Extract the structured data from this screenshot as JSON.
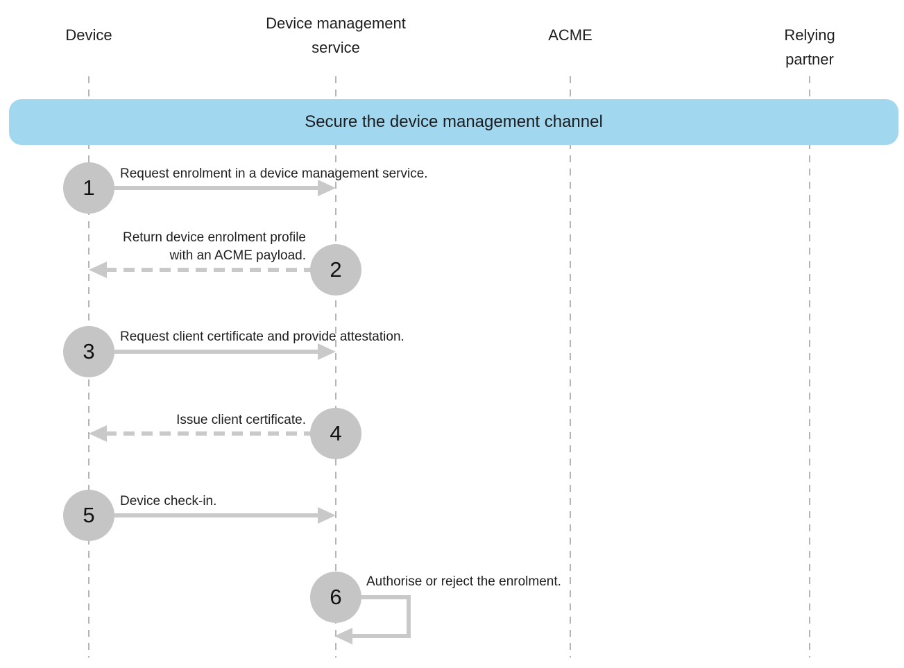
{
  "diagram": {
    "banner": "Secure the device management channel",
    "actors": [
      {
        "name": "Device"
      },
      {
        "name": "Device management\nservice"
      },
      {
        "name": "ACME"
      },
      {
        "name": "Relying partner"
      }
    ],
    "steps": [
      {
        "num": "1",
        "label": "Request enrolment in a device management service.",
        "from": "Device",
        "to": "Device management service",
        "arrow": "solid-right"
      },
      {
        "num": "2",
        "label": "Return device enrolment profile\nwith an ACME payload.",
        "from": "Device management service",
        "to": "Device",
        "arrow": "dashed-left"
      },
      {
        "num": "3",
        "label": "Request client certificate and provide attestation.",
        "from": "Device",
        "to": "Device management service",
        "arrow": "solid-right"
      },
      {
        "num": "4",
        "label": "Issue client certificate.",
        "from": "Device management service",
        "to": "Device",
        "arrow": "dashed-left"
      },
      {
        "num": "5",
        "label": "Device check-in.",
        "from": "Device",
        "to": "Device management service",
        "arrow": "solid-right"
      },
      {
        "num": "6",
        "label": "Authorise or reject the enrolment.",
        "from": "Device management service",
        "to": "Device management service",
        "arrow": "self-loop"
      }
    ],
    "colors": {
      "banner_bg": "#a1d8f0",
      "circle": "#c5c5c5",
      "arrow": "#c9c9c9",
      "lifeline": "#b5b5b5",
      "text": "#1d1d1f"
    }
  }
}
